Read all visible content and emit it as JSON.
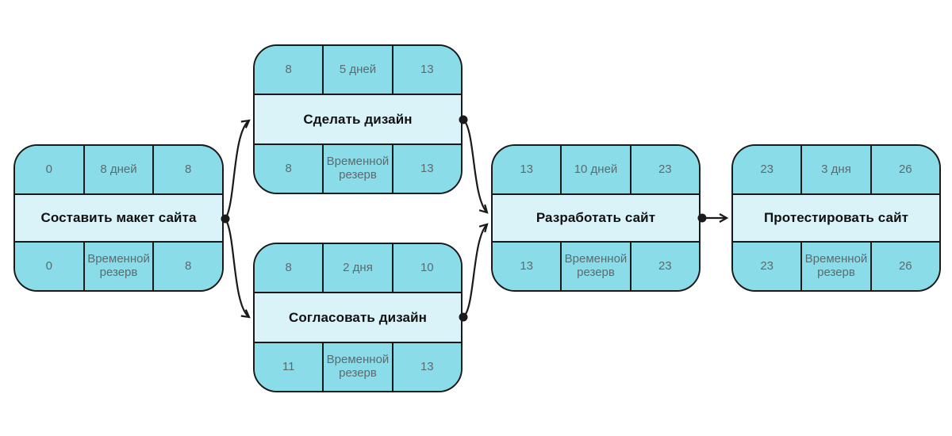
{
  "diagram": {
    "type": "pert-network-diagram",
    "slack_label": "Временной резерв",
    "nodes": [
      {
        "title": "Составить макет сайта",
        "early_start": "0",
        "duration": "8 дней",
        "early_finish": "8",
        "late_start": "0",
        "late_finish": "8"
      },
      {
        "title": "Сделать дизайн",
        "early_start": "8",
        "duration": "5 дней",
        "early_finish": "13",
        "late_start": "8",
        "late_finish": "13"
      },
      {
        "title": "Согласовать дизайн",
        "early_start": "8",
        "duration": "2 дня",
        "early_finish": "10",
        "late_start": "11",
        "late_finish": "13"
      },
      {
        "title": "Разработать сайт",
        "early_start": "13",
        "duration": "10 дней",
        "early_finish": "23",
        "late_start": "13",
        "late_finish": "23"
      },
      {
        "title": "Протестировать сайт",
        "early_start": "23",
        "duration": "3 дня",
        "early_finish": "26",
        "late_start": "23",
        "late_finish": "26"
      }
    ],
    "edges": [
      {
        "from": "Составить макет сайта",
        "to": "Сделать дизайн"
      },
      {
        "from": "Составить макет сайта",
        "to": "Согласовать дизайн"
      },
      {
        "from": "Сделать дизайн",
        "to": "Разработать сайт"
      },
      {
        "from": "Согласовать дизайн",
        "to": "Разработать сайт"
      },
      {
        "from": "Разработать сайт",
        "to": "Протестировать сайт"
      }
    ],
    "colors": {
      "cell": "#8ADCE8",
      "band": "#D9F3F8",
      "border": "#1A1A1A",
      "number_text": "#5C6B70",
      "title_text": "#111111",
      "background": "#FFFFFF"
    }
  }
}
